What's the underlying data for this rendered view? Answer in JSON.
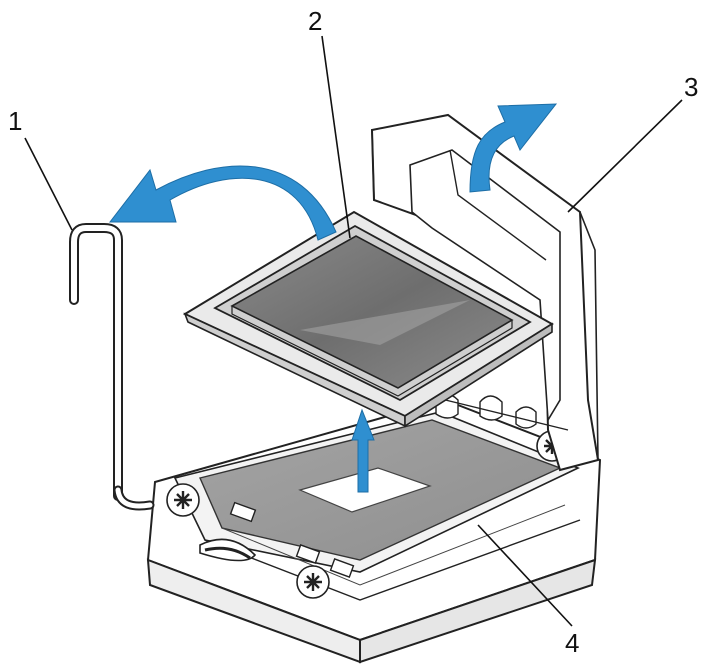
{
  "callouts": {
    "one": "1",
    "two": "2",
    "three": "3",
    "four": "4"
  },
  "colors": {
    "arrow": "#2f8fd0",
    "line": "#222222",
    "processor_top": "#7e7e7e",
    "pad": "#9a9a9a",
    "background": "#ffffff"
  },
  "icons": [
    "rotate-arrow-left",
    "rotate-arrow-right",
    "lift-arrow-up",
    "screw-icon"
  ]
}
